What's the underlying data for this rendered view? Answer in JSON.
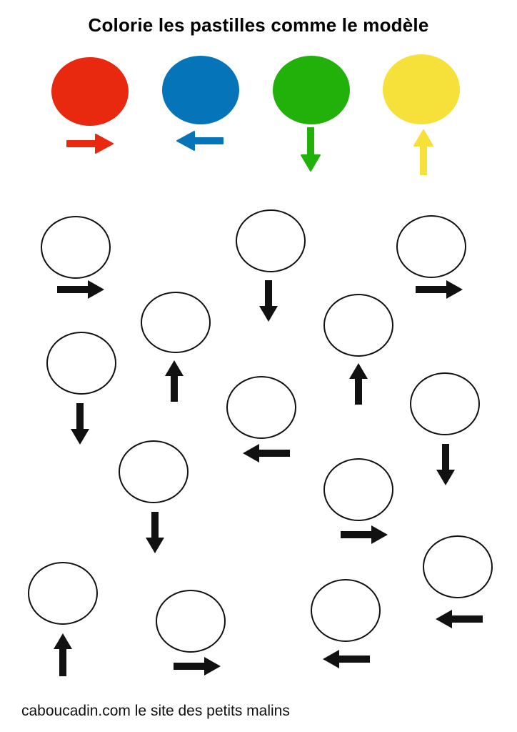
{
  "title": "Colorie les pastilles comme le modèle",
  "footer": "caboucadin.com le site des petits malins",
  "model": [
    {
      "color_name": "red",
      "color": "#E8290F",
      "direction": "right"
    },
    {
      "color_name": "blue",
      "color": "#0674B8",
      "direction": "left"
    },
    {
      "color_name": "green",
      "color": "#22B10A",
      "direction": "down"
    },
    {
      "color_name": "yellow",
      "color": "#F6E13A",
      "direction": "up"
    }
  ],
  "pastilles": [
    {
      "id": 1,
      "direction": "right"
    },
    {
      "id": 2,
      "direction": "down"
    },
    {
      "id": 3,
      "direction": "right"
    },
    {
      "id": 4,
      "direction": "up"
    },
    {
      "id": 5,
      "direction": "up"
    },
    {
      "id": 6,
      "direction": "down"
    },
    {
      "id": 7,
      "direction": "left"
    },
    {
      "id": 8,
      "direction": "down"
    },
    {
      "id": 9,
      "direction": "down"
    },
    {
      "id": 10,
      "direction": "right"
    },
    {
      "id": 11,
      "direction": "left"
    },
    {
      "id": 12,
      "direction": "up"
    },
    {
      "id": 13,
      "direction": "right"
    },
    {
      "id": 14,
      "direction": "left"
    }
  ]
}
